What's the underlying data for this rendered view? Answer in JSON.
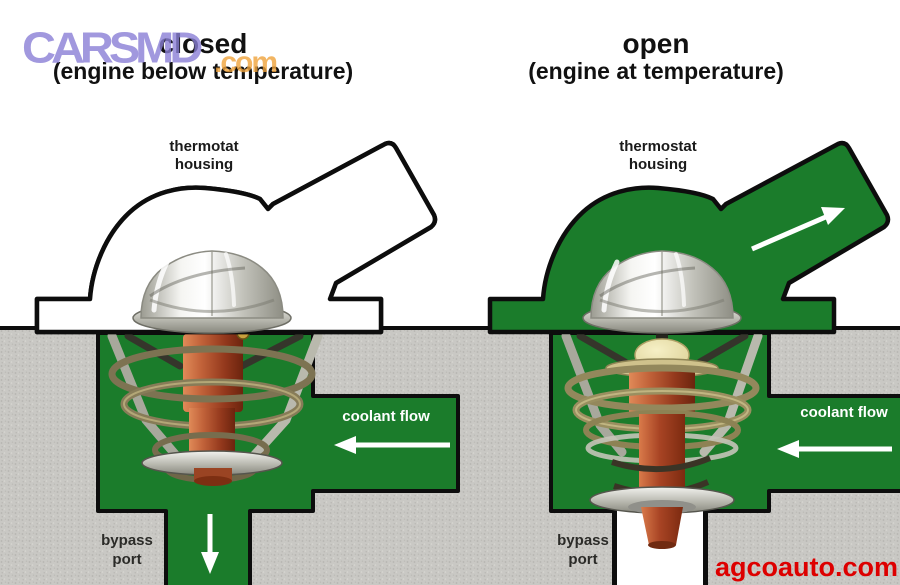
{
  "watermark": {
    "brand": "CARSMD",
    "tld": ".com"
  },
  "source_site": "agcoauto.com",
  "panels": {
    "closed": {
      "title": "closed",
      "subtitle": "(engine below temperature)",
      "housing_label_line1": "thermotat",
      "housing_label_line2": "housing",
      "coolant_flow_label": "coolant flow",
      "bypass_line1": "bypass",
      "bypass_line2": "port",
      "state_note": "bypass port open, flow to radiator blocked"
    },
    "open": {
      "title": "open",
      "subtitle": "(engine at temperature)",
      "housing_label_line1": "thermostat",
      "housing_label_line2": "housing",
      "coolant_flow_label": "coolant flow",
      "bypass_line1": "bypass",
      "bypass_line2": "port",
      "state_note": "bypass port blocked, flow through housing outlet"
    }
  },
  "icons": {
    "coolant_flow_arrow": "left-arrow",
    "bypass_flow_arrow": "down-arrow",
    "outlet_flow_arrow": "up-right-arrow"
  },
  "colors": {
    "coolant_green": "#1b7c2b",
    "engine_gray": "#c9c8c4",
    "outline_black": "#0d0d0d",
    "brand_purple": "#8a7fd6",
    "brand_orange": "#f0a33c",
    "site_red": "#dd0000"
  }
}
